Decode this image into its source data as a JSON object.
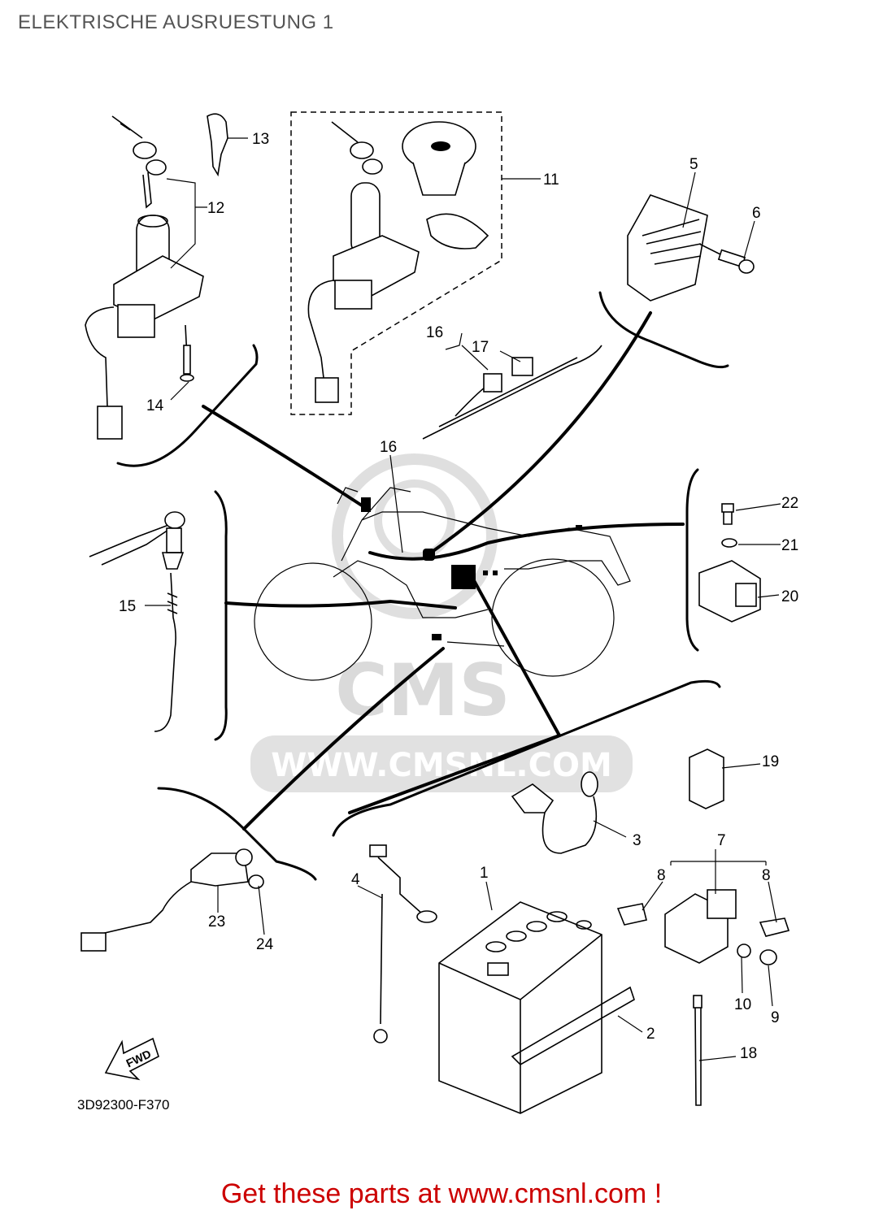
{
  "page_title": "ELEKTRISCHE AUSRUESTUNG 1",
  "diagram_code": "3D92300-F370",
  "fwd_label": "FWD",
  "watermark": {
    "brand": "CMS",
    "url": "WWW.CMSNL.COM"
  },
  "footer_cta": "Get these parts at www.cmsnl.com !",
  "colors": {
    "title": "#555555",
    "footer": "#cc0000",
    "watermark": "#d8d8d8",
    "lines": "#000000"
  },
  "callouts": {
    "c1": "1",
    "c2": "2",
    "c3": "3",
    "c4": "4",
    "c5": "5",
    "c6": "6",
    "c7": "7",
    "c8a": "8",
    "c8b": "8",
    "c9": "9",
    "c10": "10",
    "c11": "11",
    "c12": "12",
    "c13": "13",
    "c14": "14",
    "c15": "15",
    "c16a": "16",
    "c16b": "16",
    "c17": "17",
    "c18": "18",
    "c19": "19",
    "c20": "20",
    "c21": "21",
    "c22": "22",
    "c23": "23",
    "c24": "24"
  }
}
